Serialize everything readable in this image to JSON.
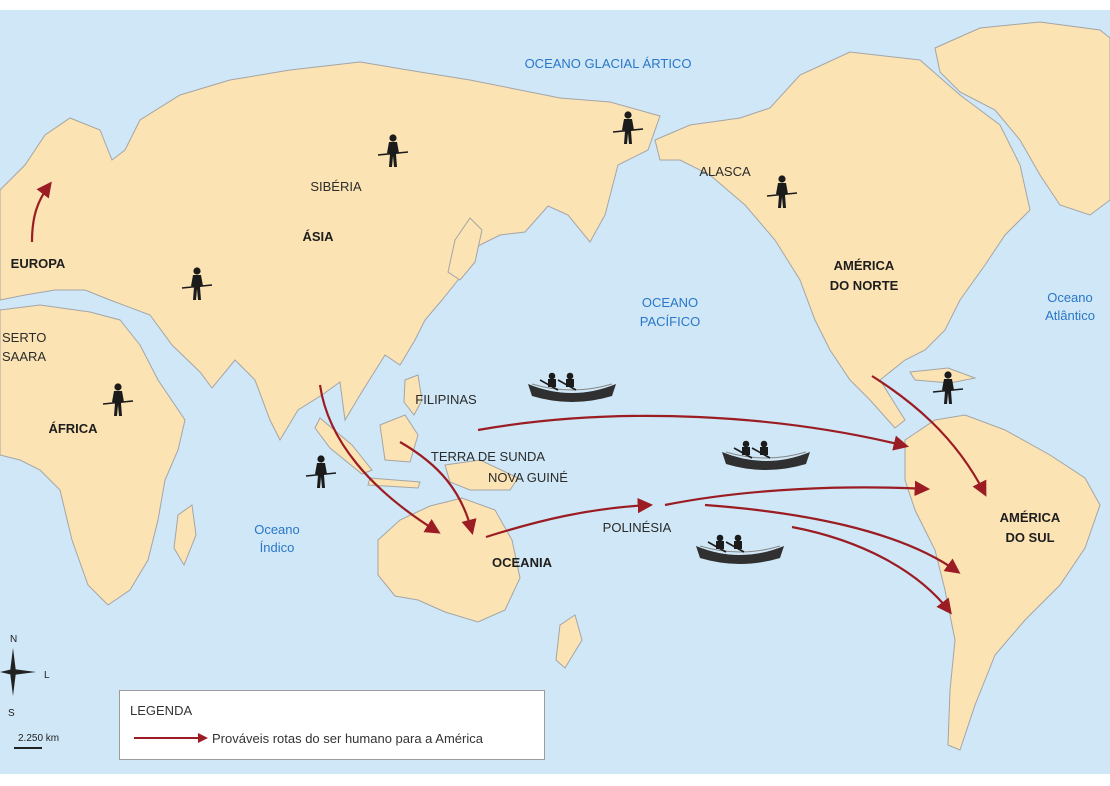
{
  "colors": {
    "ocean": "#cfe7f6",
    "land": "#fbe3b4",
    "coast": "#a5a5a5",
    "route": "#9b1c22",
    "ocean_text": "#2a77c9"
  },
  "oceans": {
    "arctic": "OCEANO GLACIAL ÁRTICO",
    "pacific_1": "OCEANO",
    "pacific_2": "PACÍFICO",
    "atlantic_1": "Oceano",
    "atlantic_2": "Atlântico",
    "indian_1": "Oceano",
    "indian_2": "Índico"
  },
  "labels": {
    "europa": "EUROPA",
    "siberia": "SIBÉRIA",
    "asia": "ÁSIA",
    "alasca": "ALASCA",
    "america_norte_1": "AMÉRICA",
    "america_norte_2": "DO NORTE",
    "deserto_1": "SERTO",
    "deserto_2": "SAARA",
    "africa": "ÁFRICA",
    "filipinas": "FILIPINAS",
    "terra_sunda": "TERRA DE SUNDA",
    "nova_guine": "NOVA GUINÉ",
    "polinesia": "POLINÉSIA",
    "oceania": "OCEANIA",
    "america_sul_1": "AMÉRICA",
    "america_sul_2": "DO SUL"
  },
  "legend": {
    "title": "LEGENDA",
    "route_label": "Prováveis rotas do ser humano para a América"
  },
  "compass": {
    "n": "N",
    "s": "S",
    "l": "L"
  },
  "scale": {
    "label": "2.250 km"
  },
  "icons": [
    "hunter-icon",
    "canoe-icon",
    "compass-rose-icon",
    "route-arrow-icon"
  ]
}
